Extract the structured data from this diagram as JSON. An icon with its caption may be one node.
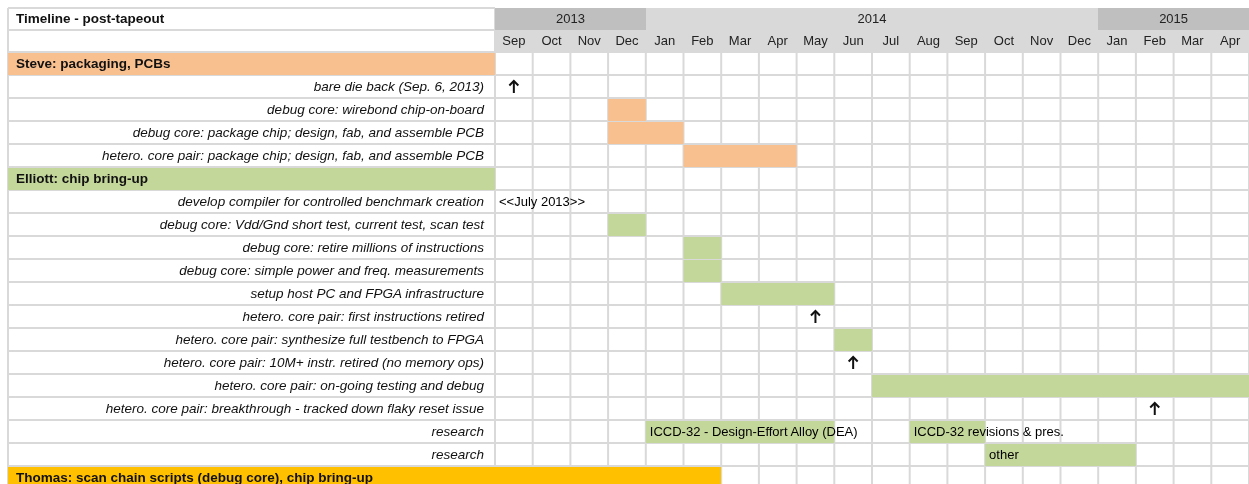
{
  "diagram": {
    "title": "Timeline - post-tapeout",
    "nodes": [
      {
        "text": [],
        "shape": "bar"
      },
      {
        "text": [],
        "shape": "bar"
      },
      {
        "text": [],
        "shape": "bar"
      },
      {
        "text": [],
        "shape": "bar"
      },
      {
        "text": [],
        "shape": "bar"
      },
      {
        "text": [],
        "shape": "bar"
      },
      {
        "text": [],
        "shape": "bar"
      },
      {
        "text": [],
        "shape": "bar"
      },
      {
        "text": [],
        "shape": "bar"
      },
      {
        "text": [],
        "shape": "bar"
      },
      {
        "text": [],
        "shape": "bar"
      },
      {
        "text": [],
        "shape": "bar"
      }
    ],
    "labels": [
      "2013",
      "2014",
      "2015",
      "Sep",
      "Oct",
      "Nov",
      "Dec",
      "Jan",
      "Feb",
      "Mar",
      "Apr",
      "May",
      "Jun",
      "Jul",
      "Aug",
      "Sep",
      "Oct",
      "Nov",
      "Dec",
      "Jan",
      "Feb",
      "Mar",
      "Apr",
      "Steve: packaging, PCBs",
      "bare die back (Sep. 6, 2013)",
      "debug core: wirebond chip-on-board",
      "debug core: package chip; design, fab, and assemble PCB",
      "hetero. core pair: package chip; design, fab, and assemble PCB",
      "Elliott: chip bring-up",
      "develop compiler for controlled benchmark creation",
      "<<July 2013>>",
      "debug core: Vdd/Gnd short test, current test, scan test",
      "debug core: retire millions of instructions",
      "debug core: simple power and freq. measurements",
      "setup host PC and FPGA infrastructure",
      "hetero. core pair: first instructions retired",
      "hetero. core pair: synthesize full testbench to FPGA",
      "hetero. core pair: 10M+ instr. retired (no memory ops)",
      "hetero. core pair: on-going testing and debug",
      "hetero. core pair: breakthrough - tracked down flaky reset issue",
      "research",
      "ICCD-32 - Design-Effort Alloy (DEA)",
      "ICCD-32 revisions & pres.",
      "research",
      "other",
      "Thomas: scan chain scripts (debug core), chip bring-up"
    ]
  }
}
